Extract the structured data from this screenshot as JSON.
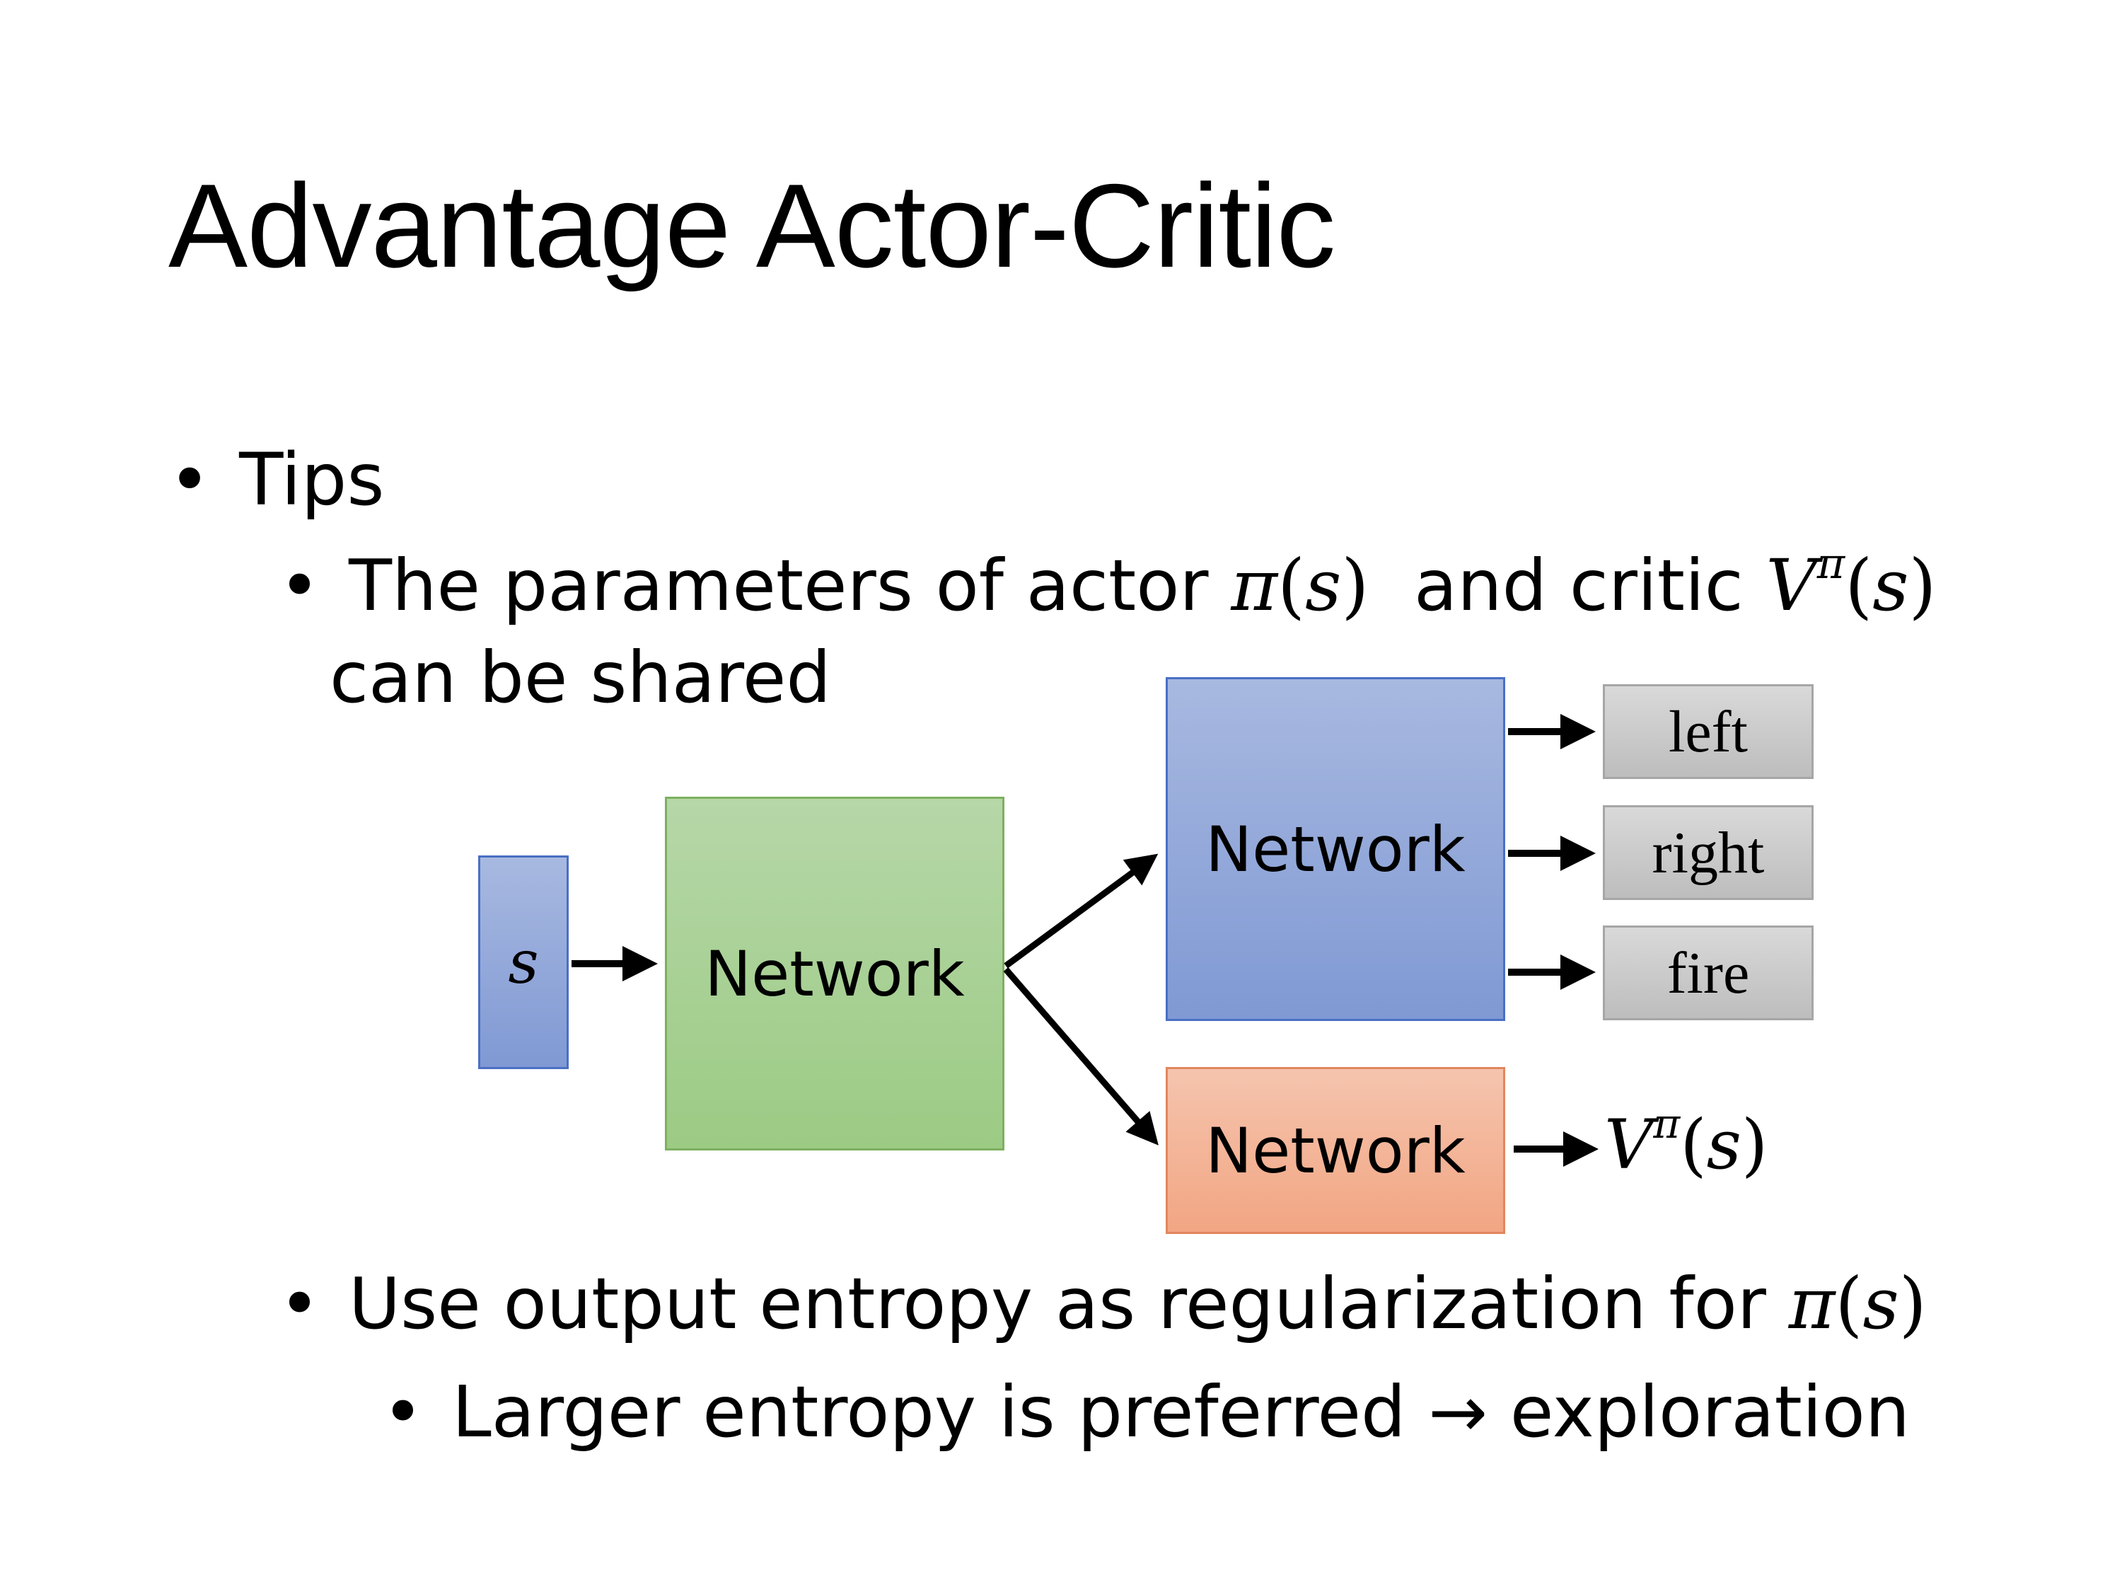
{
  "slide": {
    "title": "Advantage Actor-Critic"
  },
  "bullets": {
    "tips": "Tips",
    "shared_prefix": "The parameters of actor ",
    "actor_symbol": "π",
    "actor_arg_open": "(",
    "actor_arg": "s",
    "actor_arg_close": ")",
    "shared_middle": "  and critic ",
    "critic_symbol": "V",
    "critic_sup": "π",
    "critic_arg_open": "(",
    "critic_arg": "s",
    "critic_arg_close": ")",
    "shared_suffix": "can be shared",
    "entropy_prefix": "Use output entropy as regularization for ",
    "entropy_symbol": "π",
    "entropy_arg_open": "(",
    "entropy_arg": "s",
    "entropy_arg_close": ")",
    "larger_entropy": "Larger entropy is preferred → exploration"
  },
  "diagram": {
    "input_label": "s",
    "shared_network": "Network",
    "actor_network": "Network",
    "critic_network": "Network",
    "actions": [
      "left",
      "right",
      "fire"
    ],
    "critic_output_symbol": "V",
    "critic_output_sup": "π",
    "critic_output_open": "(",
    "critic_output_arg": "s",
    "critic_output_close": ")",
    "colors": {
      "input_fill": "#8ea3da",
      "shared_fill": "#a9d18e",
      "actor_fill": "#8ea3da",
      "critic_fill": "#f4b393",
      "action_fill": "#cccccc"
    }
  }
}
